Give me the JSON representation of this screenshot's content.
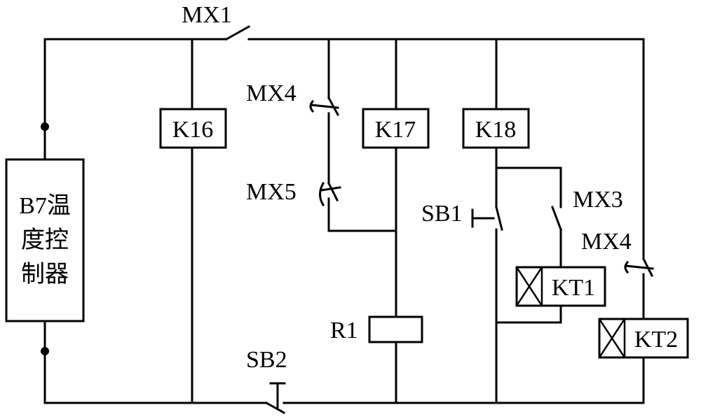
{
  "controller": {
    "line1": "B7温",
    "line2": "度控",
    "line3": "制器"
  },
  "relays": {
    "k16": "K16",
    "k17": "K17",
    "k18": "K18"
  },
  "timers": {
    "kt1": "KT1",
    "kt2": "KT2"
  },
  "resistor": {
    "r1": "R1"
  },
  "switches": {
    "mx1": "MX1",
    "mx4_top": "MX4",
    "mx5": "MX5",
    "mx3": "MX3",
    "mx4_right": "MX4",
    "sb1": "SB1",
    "sb2": "SB2"
  }
}
